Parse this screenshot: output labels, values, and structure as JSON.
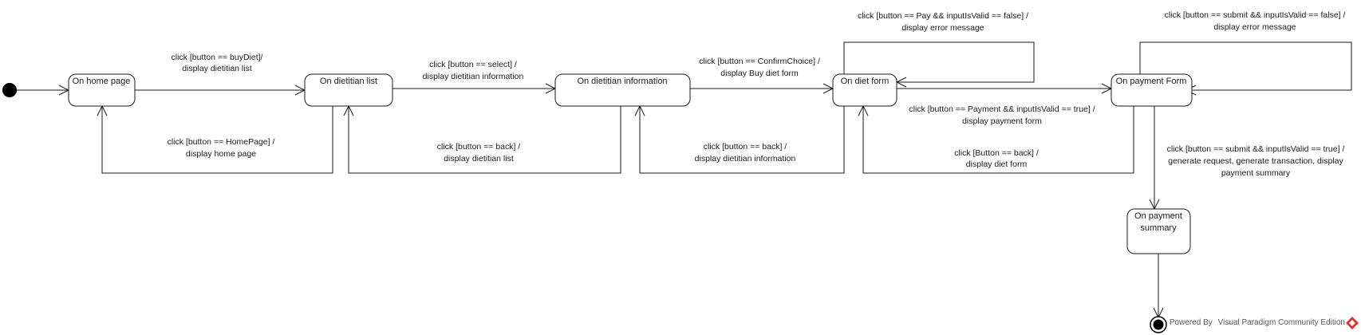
{
  "states": {
    "home": "On home page",
    "dietitian_list": "On dietitian list",
    "dietitian_info": "On dietitian information",
    "diet_form": "On diet form",
    "payment_form": "On payment Form",
    "payment_summary": [
      "On payment",
      "summary"
    ]
  },
  "transitions": {
    "t_home_list": [
      "click [button == buyDiet]/",
      "display dietitian list"
    ],
    "t_list_home": [
      "click [button == HomePage] /",
      "display home page"
    ],
    "t_list_info": [
      "click [button == select] /",
      "display dietitian information"
    ],
    "t_info_list": [
      "click [button == back] /",
      "display dietitian list"
    ],
    "t_info_form": [
      "click [button == ConfirmChoice] /",
      "display Buy diet form"
    ],
    "t_form_info": [
      "click [button == back] /",
      "display dietitian information"
    ],
    "t_form_self": [
      "click [button == Pay && inputIsValid == false] /",
      "display error message"
    ],
    "t_form_pay": [
      "click [button == Payment && inputIsValid == true] /",
      "display payment form"
    ],
    "t_pay_form": [
      "click [Button == back] /",
      "display diet form"
    ],
    "t_pay_self": [
      "click [button == submit && inputIsValid == false] /",
      "display error message"
    ],
    "t_pay_summary": [
      "click [button == submit && inputIsValid == true] /",
      "generate request, generate transaction, display",
      "payment summary"
    ]
  },
  "watermark": "Powered ByVisual Paradigm Community Edition",
  "colors": {
    "line": "#1a1a1a",
    "logo": "#e0302a"
  }
}
